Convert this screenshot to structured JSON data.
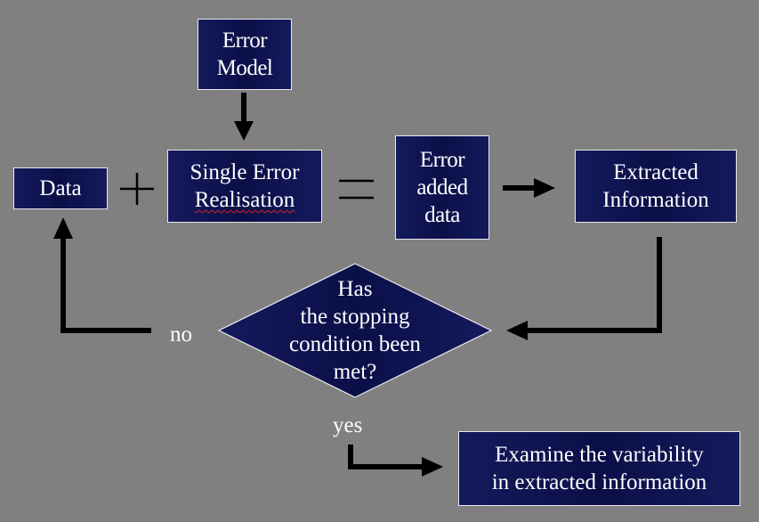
{
  "nodes": {
    "error_model": "Error\nModel",
    "data": "Data",
    "single_error_line1": "Single Error",
    "single_error_line2": "Realisation",
    "error_added": "Error\nadded\ndata",
    "extracted": "Extracted\nInformation",
    "decision": "Has\nthe stopping\ncondition been\nmet?",
    "examine": "Examine the variability\nin extracted information"
  },
  "labels": {
    "no": "no",
    "yes": "yes"
  },
  "colors": {
    "background": "#808080",
    "box_fill": "#0b0f48",
    "box_border": "#e8e8f0",
    "arrow": "#000000",
    "text": "#ffffff"
  }
}
